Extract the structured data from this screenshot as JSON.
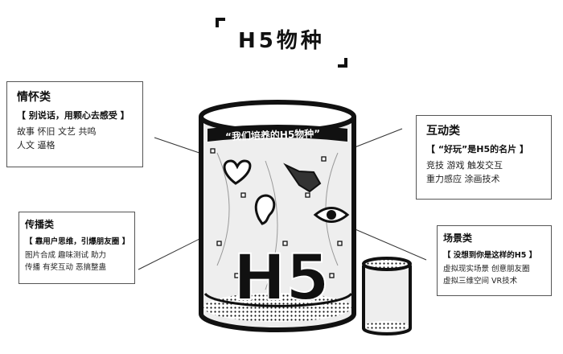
{
  "title": "H5物种",
  "banner": "“我们培养的H5物种”",
  "cylinder_text": "H5",
  "categories": [
    {
      "name": "情怀类",
      "tagline": "【 别说话，用颗心去感受 】",
      "lines": [
        "故事  怀旧   文艺  共鸣",
        "人文   逼格"
      ]
    },
    {
      "name": "互动类",
      "tagline": "【 “好玩”是H5的名片 】",
      "lines": [
        "竞技  游戏  触发交互",
        "重力感应  涂画技术"
      ]
    },
    {
      "name": "传播类",
      "tagline": "【 靠用户思维，引爆朋友圈 】",
      "lines": [
        "图片合成  趣味测试  助力",
        "传播  有奖互动  恶搞整蛊"
      ]
    },
    {
      "name": "场景类",
      "tagline": "【 没想到你是这样的H5 】",
      "lines": [
        "虚拟现实场景  创意朋友圈",
        "虚拟三维空间  VR技术"
      ]
    }
  ]
}
